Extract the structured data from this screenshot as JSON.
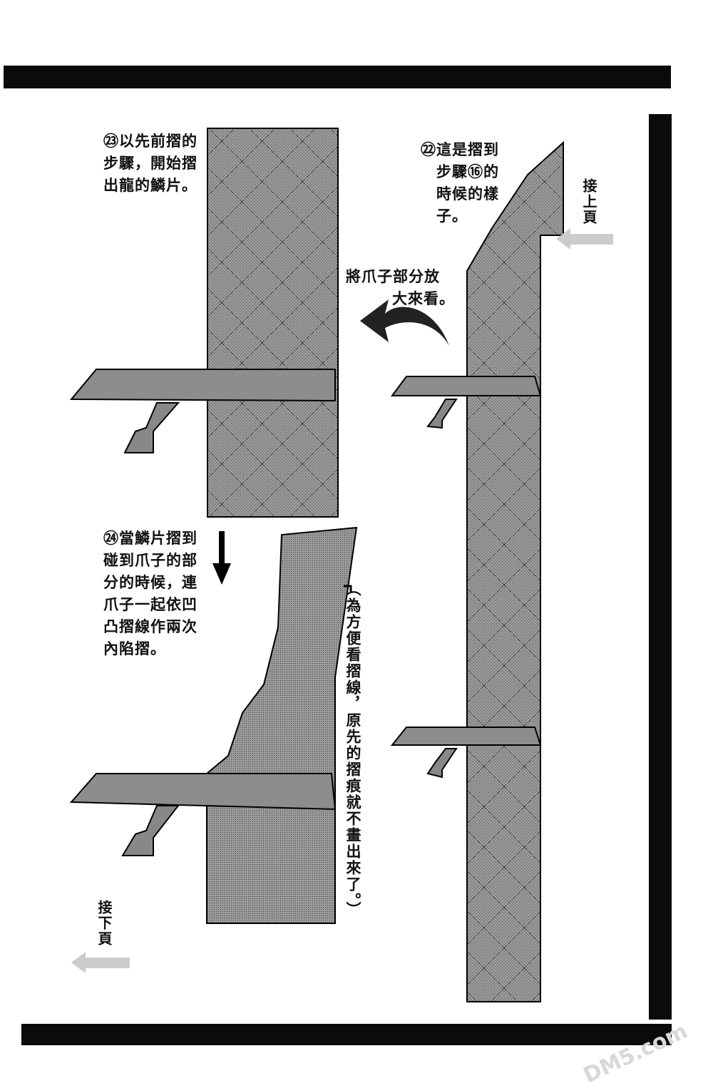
{
  "steps": {
    "step23": "㉓以先前摺的步驟，開始摺出龍的鱗片。",
    "step23_lines": [
      "㉓以先前摺的",
      "步驟，開始摺",
      "出龍的鱗片。"
    ],
    "step22_lines": [
      "㉒這是摺到",
      "步驟⑯的",
      "時候的樣",
      "子。"
    ],
    "zoom_note_lines": [
      "將爪子部分放",
      "大來看。"
    ],
    "step24_lines": [
      "㉔當鱗片摺到",
      "碰到爪子的部",
      "分的時候，連",
      "爪子一起依凹",
      "凸摺線作兩次",
      "內陷摺。"
    ],
    "note": "（為方便看摺線，原先的摺痕就不畫出來了。）"
  },
  "nav": {
    "prev_page": "接上頁",
    "next_page": "接下頁"
  },
  "watermark": "DM5.com"
}
